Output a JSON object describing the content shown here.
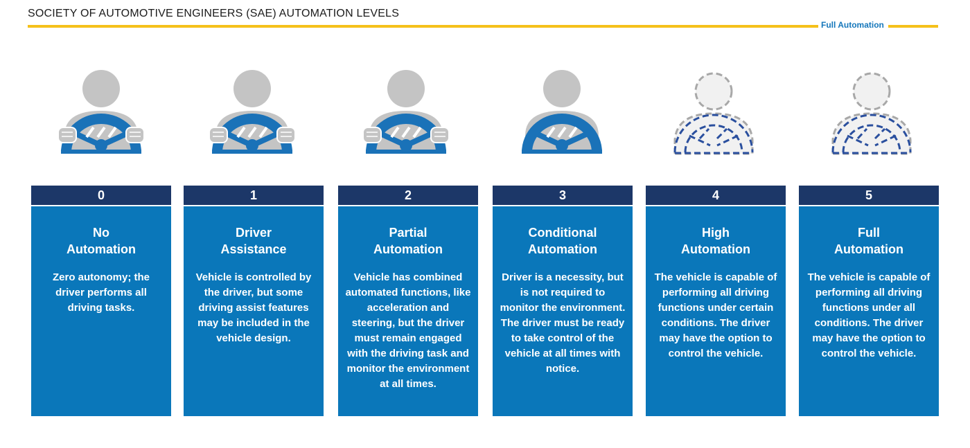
{
  "header": {
    "title": "SOCIETY OF AUTOMOTIVE ENGINEERS (SAE) AUTOMATION LEVELS",
    "scale_label": "Full Automation"
  },
  "colors": {
    "accent_yellow": "#f5c11a",
    "level_header_navy": "#1c3768",
    "card_blue": "#0a77ba",
    "wheel_blue": "#1a72b8",
    "person_gray": "#c4c4c4",
    "dashed_outline_navy": "#2a4f9e"
  },
  "levels": [
    {
      "number": "0",
      "title": "No\nAutomation",
      "description": "Zero autonomy; the driver performs all driving tasks.",
      "icon": "driver-with-wheel-icon",
      "hands_on_wheel": true,
      "driver_present": true
    },
    {
      "number": "1",
      "title": "Driver\nAssistance",
      "description": "Vehicle is controlled by the driver, but some driving assist features may be included in the vehicle design.",
      "icon": "driver-with-wheel-icon",
      "hands_on_wheel": true,
      "driver_present": true
    },
    {
      "number": "2",
      "title": "Partial\nAutomation",
      "description": "Vehicle has combined automated functions, like acceleration and steering, but the driver must remain engaged with the driving task and monitor the environment at all times.",
      "icon": "driver-with-wheel-icon",
      "hands_on_wheel": true,
      "driver_present": true
    },
    {
      "number": "3",
      "title": "Conditional\nAutomation",
      "description": "Driver is a necessity, but is not required to monitor the environment. The driver must be ready to take control of the vehicle at all times with notice.",
      "icon": "driver-hands-off-wheel-icon",
      "hands_on_wheel": false,
      "driver_present": true
    },
    {
      "number": "4",
      "title": "High\nAutomation",
      "description": "The vehicle is capable of performing all driving functions under certain conditions. The driver may have the option to control the vehicle.",
      "icon": "optional-driver-dashed-icon",
      "hands_on_wheel": false,
      "driver_present": false
    },
    {
      "number": "5",
      "title": "Full\nAutomation",
      "description": "The vehicle is capable of performing all driving functions under all conditions. The driver may have the option to control the vehicle.",
      "icon": "optional-driver-dashed-icon",
      "hands_on_wheel": false,
      "driver_present": false
    }
  ]
}
